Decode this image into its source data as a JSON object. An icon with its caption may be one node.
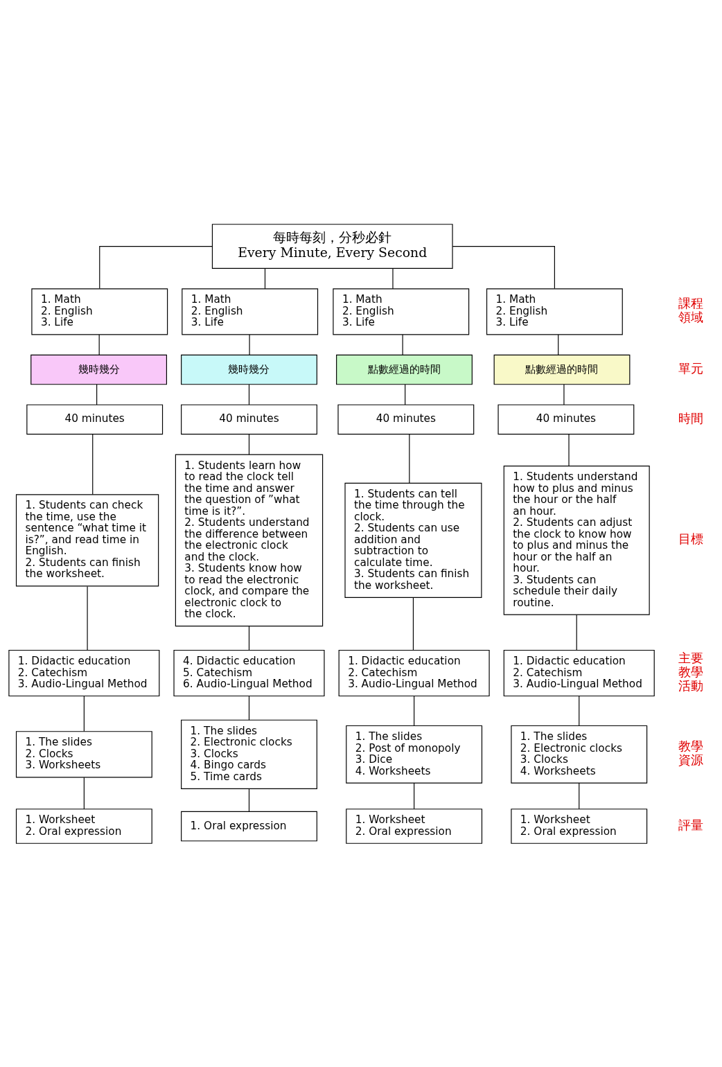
{
  "diagram": {
    "nodes": [
      {
        "text": [
          "每時每刻，分秒必針",
          "Every Minute, Every Second"
        ]
      },
      {
        "text": [
          "1. Math",
          "2. English",
          "3. Life"
        ]
      },
      {
        "text": [
          "1. Math",
          "2. English",
          "3. Life"
        ]
      },
      {
        "text": [
          "1. Math",
          "2. English",
          "3. Life"
        ]
      },
      {
        "text": [
          "1. Math",
          "2. English",
          "3. Life"
        ]
      },
      {
        "text": [
          "幾時幾分"
        ]
      },
      {
        "text": [
          "幾時幾分"
        ]
      },
      {
        "text": [
          "點數經過的時間"
        ]
      },
      {
        "text": [
          "點數經過的時間"
        ]
      },
      {
        "text": [
          "40 minutes"
        ]
      },
      {
        "text": [
          "40 minutes"
        ]
      },
      {
        "text": [
          "40 minutes"
        ]
      },
      {
        "text": [
          "40 minutes"
        ]
      },
      {
        "text": [
          "1. Students can check the time, use the sentence “what time it is?”, and read time in English.",
          "2. Students can finish the worksheet."
        ]
      },
      {
        "text": [
          "1. Students learn how to read the clock tell the time and answer the question of ”what time is it?”.",
          "2. Students understand the difference between the electronic clock and the clock.",
          "3. Students know how to read the electronic clock, and compare the electronic clock to the clock."
        ]
      },
      {
        "text": [
          "1. Students can tell the time through the clock.",
          "2. Students can use addition and subtraction to calculate time.",
          "3. Students can finish the worksheet."
        ]
      },
      {
        "text": [
          "1. Students understand how to plus and minus the hour or the half an hour.",
          "2. Students can adjust the clock to know how to plus and minus the hour or the half an hour.",
          "3. Students can schedule their daily routine."
        ]
      },
      {
        "text": [
          "1. Didactic education",
          "2. Catechism",
          "3. Audio-Lingual Method"
        ]
      },
      {
        "text": [
          "4. Didactic education",
          "5. Catechism",
          "6. Audio-Lingual Method"
        ]
      },
      {
        "text": [
          "1. Didactic education",
          "2. Catechism",
          "3. Audio-Lingual Method"
        ]
      },
      {
        "text": [
          "1. Didactic education",
          "2. Catechism",
          "3. Audio-Lingual Method"
        ]
      },
      {
        "text": [
          "1. The slides",
          "2. Clocks",
          "3. Worksheets"
        ]
      },
      {
        "text": [
          "1. The slides",
          "2. Electronic clocks",
          "3. Clocks",
          "4. Bingo cards",
          "5. Time cards"
        ]
      },
      {
        "text": [
          "1. The slides",
          "2. Post of monopoly",
          "3. Dice",
          "4. Worksheets"
        ]
      },
      {
        "text": [
          "1. The slides",
          "2. Electronic clocks",
          "3. Clocks",
          "4. Worksheets"
        ]
      },
      {
        "text": [
          "1. Worksheet",
          "2. Oral expression"
        ]
      },
      {
        "text": [
          "1. Oral expression"
        ]
      },
      {
        "text": [
          "1. Worksheet",
          "2. Oral expression"
        ]
      },
      {
        "text": [
          "1. Worksheet",
          "2. Oral expression"
        ]
      }
    ],
    "edges": [
      {
        "from": 0,
        "to": 1,
        "arrow": "none"
      },
      {
        "from": 0,
        "to": 2,
        "arrow": "none"
      },
      {
        "from": 0,
        "to": 3,
        "arrow": "none"
      },
      {
        "from": 0,
        "to": 4,
        "arrow": "none"
      },
      {
        "from": 1,
        "to": 5,
        "arrow": "none"
      },
      {
        "from": 2,
        "to": 6,
        "arrow": "none"
      },
      {
        "from": 3,
        "to": 7,
        "arrow": "none"
      },
      {
        "from": 4,
        "to": 8,
        "arrow": "none"
      },
      {
        "from": 5,
        "to": 9,
        "arrow": "none"
      },
      {
        "from": 6,
        "to": 10,
        "arrow": "none"
      },
      {
        "from": 7,
        "to": 11,
        "arrow": "none"
      },
      {
        "from": 8,
        "to": 12,
        "arrow": "none"
      },
      {
        "from": 9,
        "to": 13,
        "arrow": "none"
      },
      {
        "from": 10,
        "to": 14,
        "arrow": "none"
      },
      {
        "from": 11,
        "to": 15,
        "arrow": "none"
      },
      {
        "from": 12,
        "to": 16,
        "arrow": "none"
      },
      {
        "from": 13,
        "to": 17,
        "arrow": "none"
      },
      {
        "from": 14,
        "to": 18,
        "arrow": "none"
      },
      {
        "from": 15,
        "to": 19,
        "arrow": "none"
      },
      {
        "from": 16,
        "to": 20,
        "arrow": "none"
      },
      {
        "from": 17,
        "to": 21,
        "arrow": "none"
      },
      {
        "from": 18,
        "to": 22,
        "arrow": "none"
      },
      {
        "from": 19,
        "to": 23,
        "arrow": "none"
      },
      {
        "from": 20,
        "to": 24,
        "arrow": "none"
      },
      {
        "from": 21,
        "to": 25,
        "arrow": "none"
      },
      {
        "from": 22,
        "to": 26,
        "arrow": "none"
      },
      {
        "from": 23,
        "to": 27,
        "arrow": "none"
      },
      {
        "from": 24,
        "to": 28,
        "arrow": "none"
      }
    ],
    "labels": [
      "課程領域",
      "單元",
      "時間",
      "目標",
      "主要教學活動",
      "教學資源",
      "評量"
    ]
  }
}
